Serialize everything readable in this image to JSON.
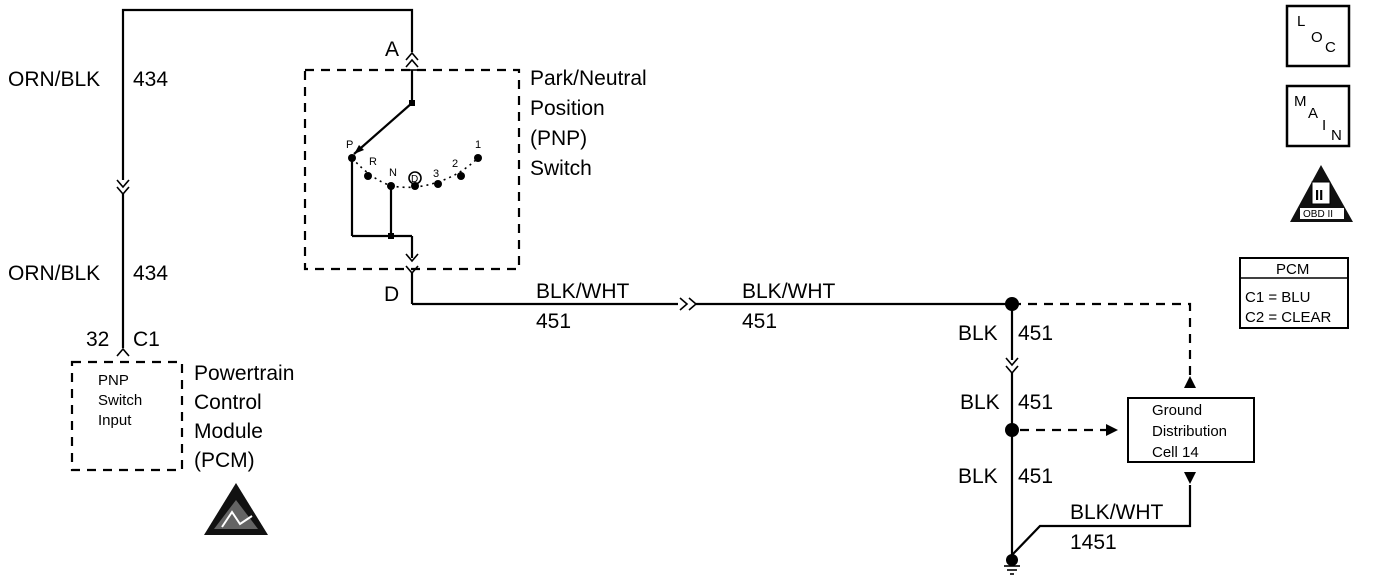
{
  "wires": {
    "orn_blk_top": {
      "color": "ORN/BLK",
      "circuit": "434"
    },
    "orn_blk_bottom": {
      "color": "ORN/BLK",
      "circuit": "434"
    },
    "blk_wht_left": {
      "color": "BLK/WHT",
      "circuit": "451"
    },
    "blk_wht_right": {
      "color": "BLK/WHT",
      "circuit": "451"
    },
    "blk_upper": {
      "color": "BLK",
      "circuit": "451"
    },
    "blk_middle": {
      "color": "BLK",
      "circuit": "451"
    },
    "blk_lower": {
      "color": "BLK",
      "circuit": "451"
    },
    "blk_wht_ground": {
      "color": "BLK/WHT",
      "circuit": "1451"
    }
  },
  "connectors": {
    "pnp_top": "A",
    "pnp_bottom": "D",
    "pcm_pin": "32",
    "pcm_connector": "C1"
  },
  "pnp_switch": {
    "name_lines": [
      "Park/Neutral",
      "Position",
      "(PNP)",
      "Switch"
    ],
    "positions": [
      "P",
      "R",
      "N",
      "D",
      "3",
      "2",
      "1"
    ]
  },
  "pcm": {
    "name_lines": [
      "Powertrain",
      "Control",
      "Module",
      "(PCM)"
    ],
    "input_lines": [
      "PNP",
      "Switch",
      "Input"
    ]
  },
  "ground_distribution": {
    "lines": [
      "Ground",
      "Distribution",
      "Cell 14"
    ]
  },
  "icons": {
    "loc": {
      "letters": [
        "L",
        "O",
        "C"
      ]
    },
    "main": {
      "letters": [
        "M",
        "A",
        "I",
        "N"
      ]
    },
    "obd": {
      "numeral": "II",
      "label": "OBD II"
    }
  },
  "pcm_legend": {
    "title": "PCM",
    "rows": [
      "C1 = BLU",
      "C2 = CLEAR"
    ]
  }
}
